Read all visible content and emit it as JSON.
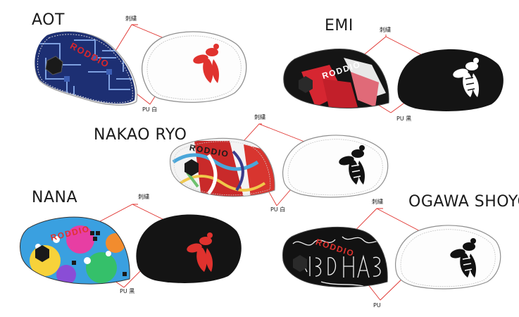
{
  "models": [
    {
      "id": "aot",
      "name": "AOT",
      "embroidery_label": "刺繍",
      "material_label": "PU 白",
      "brand": "RODDIO",
      "bee_color": "#e0322e"
    },
    {
      "id": "emi",
      "name": "EMI",
      "embroidery_label": "刺繍",
      "material_label": "PU 黒",
      "brand": "RODDIO",
      "bee_color": "#ffffff"
    },
    {
      "id": "nakao",
      "name": "NAKAO RYO",
      "embroidery_label": "刺繍",
      "material_label": "PU 白",
      "brand": "RODDIO",
      "bee_color": "#111111"
    },
    {
      "id": "nana",
      "name": "NANA",
      "embroidery_label": "刺繍",
      "material_label": "PU 黒",
      "brand": "RODDIO",
      "bee_color": "#e0322e"
    },
    {
      "id": "ogawa",
      "name": "OGAWA SHOYO",
      "embroidery_label": "刺繍",
      "material_label": "PU",
      "brand": "RODDIO",
      "bee_color": "#111111"
    }
  ],
  "colors": {
    "line": "#e0322e",
    "stitch": "#bdbdbd",
    "black_cover": "#141414",
    "white_cover": "#fdfdfd"
  }
}
